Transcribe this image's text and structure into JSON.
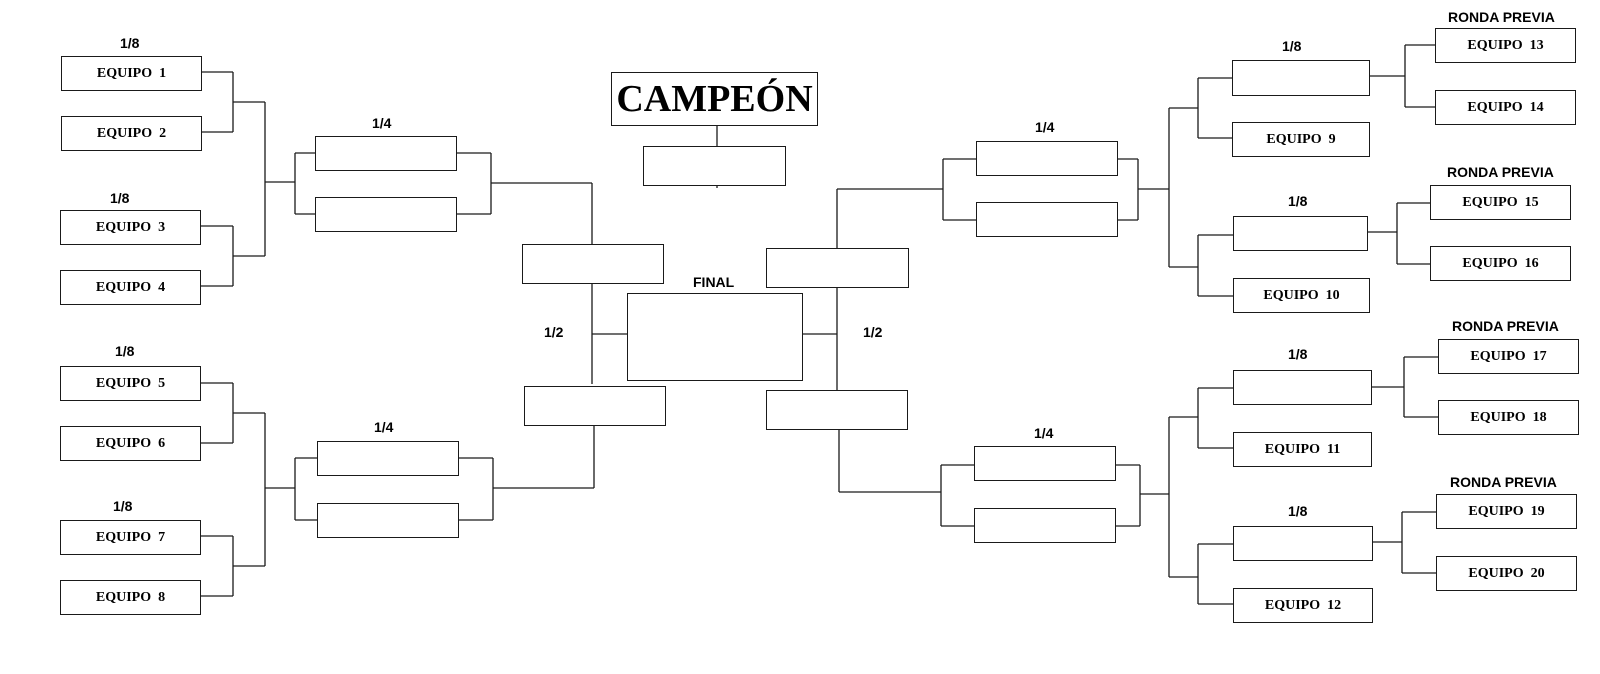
{
  "labels": {
    "eighth": "1/8",
    "quarter": "1/4",
    "semi": "1/2",
    "final": "FINAL",
    "prelim": "RONDA PREVIA",
    "champion": "CAMPEÓN"
  },
  "teams": [
    "EQUIPO  1",
    "EQUIPO  2",
    "EQUIPO  3",
    "EQUIPO  4",
    "EQUIPO  5",
    "EQUIPO  6",
    "EQUIPO  7",
    "EQUIPO  8",
    "EQUIPO  9",
    "EQUIPO  10",
    "EQUIPO  11",
    "EQUIPO  12",
    "EQUIPO  13",
    "EQUIPO  14",
    "EQUIPO  15",
    "EQUIPO  16",
    "EQUIPO  17",
    "EQUIPO  18",
    "EQUIPO  19",
    "EQUIPO  20"
  ]
}
